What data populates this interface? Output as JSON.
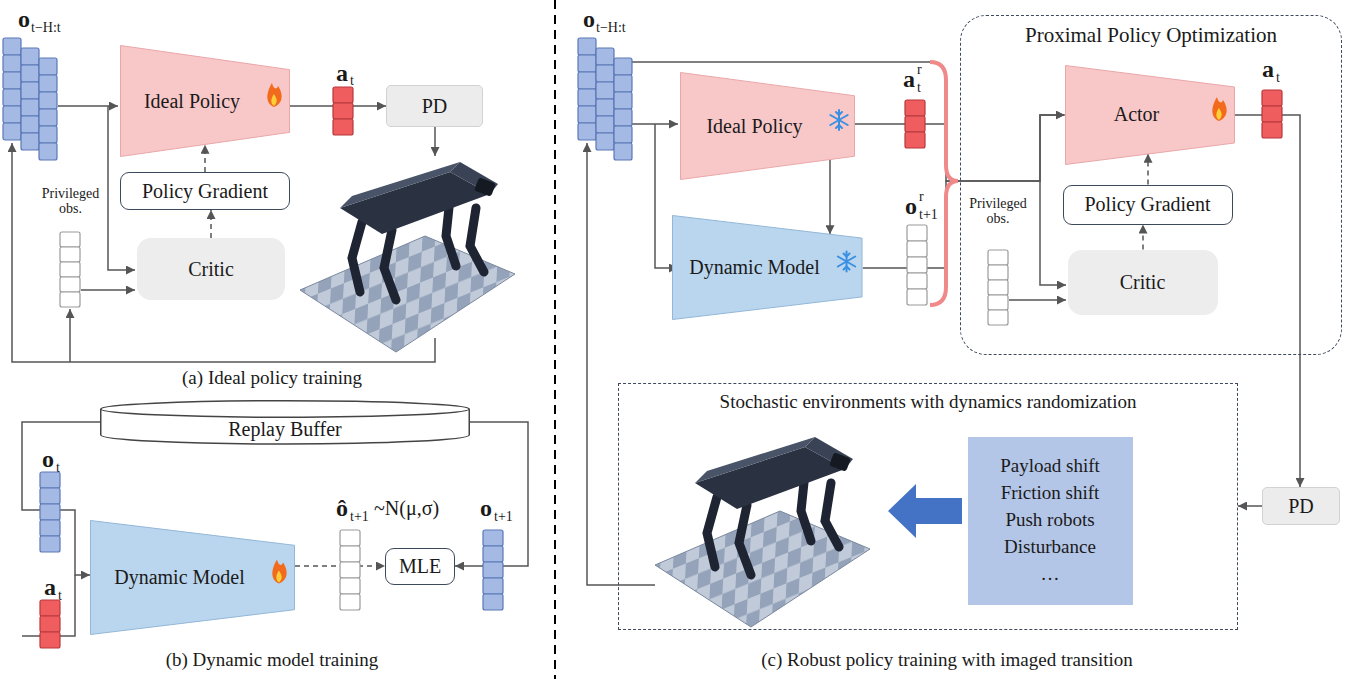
{
  "diagram": {
    "nodes": [
      {
        "text": [
          "Ideal Policy"
        ]
      },
      {
        "text": [
          "PD"
        ]
      },
      {
        "text": [
          "Policy Gradient"
        ]
      },
      {
        "text": [
          "Critic"
        ]
      },
      {
        "text": [
          "Replay Buffer"
        ]
      },
      {
        "text": [
          "Dynamic Model"
        ]
      },
      {
        "text": [
          "MLE"
        ]
      },
      {
        "text": [
          "Ideal Policy"
        ]
      },
      {
        "text": [
          "Dynamic Model"
        ]
      },
      {
        "text": [
          "Proximal Policy Optimization"
        ]
      },
      {
        "text": [
          "Actor"
        ],
        "in": 9
      },
      {
        "text": [
          "Policy Gradient"
        ],
        "in": 9
      },
      {
        "text": [
          "Critic"
        ],
        "in": 9
      },
      {
        "text": [
          "Stochastic environments with dynamics randomization"
        ]
      },
      {
        "text": [
          "Payload shift",
          "Friction shift",
          "Push robots",
          "Disturbance",
          "…"
        ],
        "in": 13
      },
      {
        "text": [
          "PD"
        ]
      }
    ],
    "edges": [
      {
        "from": 0,
        "to": 1,
        "arrow": "to"
      },
      {
        "from": 2,
        "to": 0,
        "arrow": "to"
      },
      {
        "from": 3,
        "to": 2,
        "arrow": "to"
      },
      {
        "from": 4,
        "to": 5,
        "arrow": "to"
      },
      {
        "from": 5,
        "to": 6,
        "arrow": "to"
      },
      {
        "from": 4,
        "to": 6,
        "arrow": "to"
      },
      {
        "from": 7,
        "to": 8,
        "arrow": "to"
      },
      {
        "from": 7,
        "to": 10,
        "arrow": "to"
      },
      {
        "from": 8,
        "to": 10,
        "arrow": "to"
      },
      {
        "from": 11,
        "to": 10,
        "arrow": "to"
      },
      {
        "from": 12,
        "to": 11,
        "arrow": "to"
      },
      {
        "from": 10,
        "to": 15,
        "arrow": "to"
      },
      {
        "from": 15,
        "to": 13,
        "arrow": "to"
      }
    ],
    "labels": [
      "o",
      "t−H:t",
      "a",
      "t",
      "Privileged obs.",
      "(a) Ideal policy training",
      "o",
      "t",
      "a",
      "t",
      "ô",
      "t+1",
      "~N(μ,σ)",
      "o",
      "t+1",
      "(b) Dynamic model training",
      "o",
      "t−H:t",
      "a",
      "t",
      "r",
      "o",
      "r",
      "t+1",
      "Privileged obs.",
      "a",
      "t",
      "(c) Robust policy training with imaged transition"
    ]
  }
}
